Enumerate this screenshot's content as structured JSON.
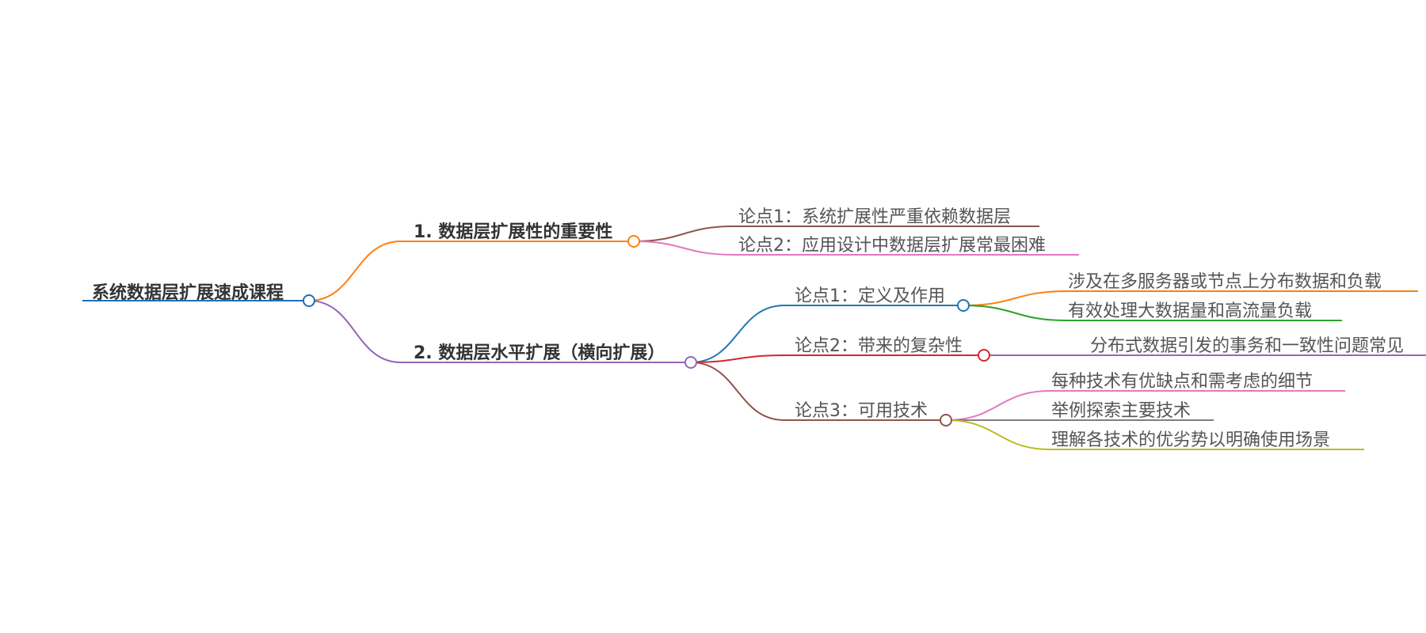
{
  "mindmap": {
    "root": {
      "label": "系统数据层扩展速成课程",
      "color": "#1f6fb4"
    },
    "branches": [
      {
        "label": "1. 数据层扩展性的重要性",
        "color": "#ff7f0e",
        "children": [
          {
            "label": "论点1：系统扩展性严重依赖数据层",
            "color": "#8c564b",
            "children": []
          },
          {
            "label": "论点2：应用设计中数据层扩展常最困难",
            "color": "#e377c2",
            "children": []
          }
        ]
      },
      {
        "label": "2. 数据层水平扩展（横向扩展）",
        "color": "#9467bd",
        "children": [
          {
            "label": "论点1：定义及作用",
            "color": "#1f77b4",
            "children": [
              {
                "label": "涉及在多服务器或节点上分布数据和负载",
                "color": "#ff7f0e"
              },
              {
                "label": "有效处理大数据量和高流量负载",
                "color": "#2ca02c"
              }
            ]
          },
          {
            "label": "论点2：带来的复杂性",
            "color": "#d62728",
            "children": [
              {
                "label": "分布式数据引发的事务和一致性问题常见",
                "color": "#9467bd"
              }
            ]
          },
          {
            "label": "论点3：可用技术",
            "color": "#8c564b",
            "children": [
              {
                "label": "每种技术有优缺点和需考虑的细节",
                "color": "#e377c2"
              },
              {
                "label": "举例探索主要技术",
                "color": "#7f7f7f"
              },
              {
                "label": "理解各技术的优劣势以明确使用场景",
                "color": "#bcbd22"
              }
            ]
          }
        ]
      }
    ]
  }
}
